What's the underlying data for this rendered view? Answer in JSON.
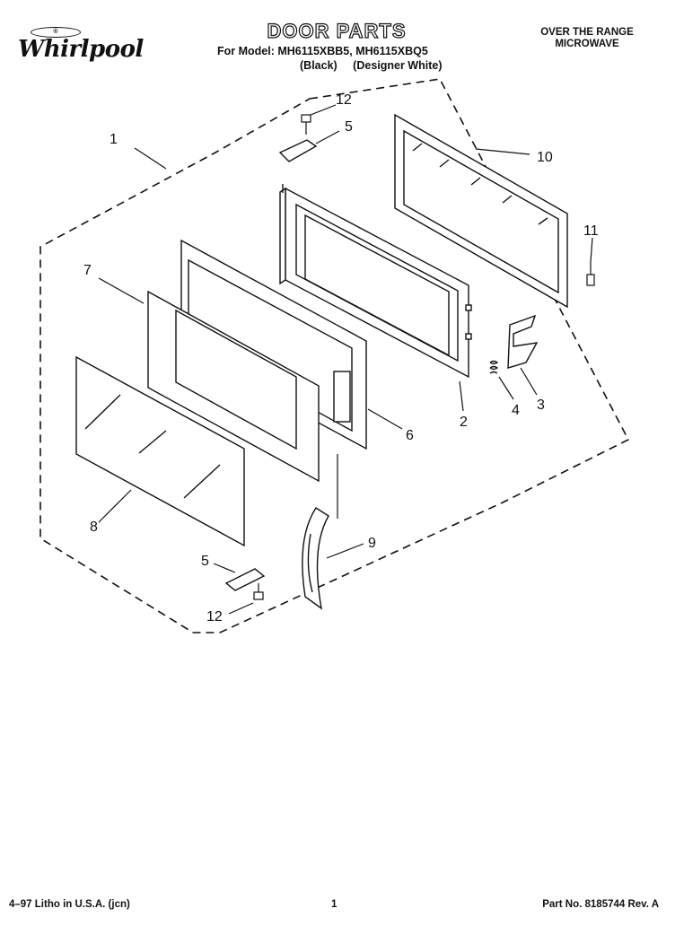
{
  "header": {
    "brand": "Whirlpool",
    "brand_badge": "®",
    "title": "DOOR PARTS",
    "model_line": "For Model: MH6115XBB5, MH6115XBQ5",
    "variants": [
      "(Black)",
      "(Designer White)"
    ],
    "category_line1": "OVER THE RANGE",
    "category_line2": "MICROWAVE"
  },
  "callouts": [
    "1",
    "12",
    "5",
    "10",
    "11",
    "7",
    "2",
    "4",
    "3",
    "6",
    "8",
    "9",
    "5",
    "12"
  ],
  "footer": {
    "print_info": "4–97 Litho in U.S.A. (jcn)",
    "page_number": "1",
    "part_number": "Part No. 8185744 Rev. A"
  }
}
